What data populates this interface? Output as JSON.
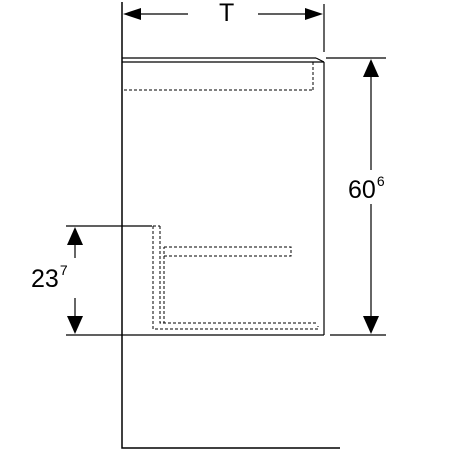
{
  "dimensions": {
    "depth": {
      "label": "T"
    },
    "height": {
      "value": "60",
      "superscript": "6"
    },
    "drawer_height": {
      "value": "23",
      "superscript": "7"
    }
  }
}
